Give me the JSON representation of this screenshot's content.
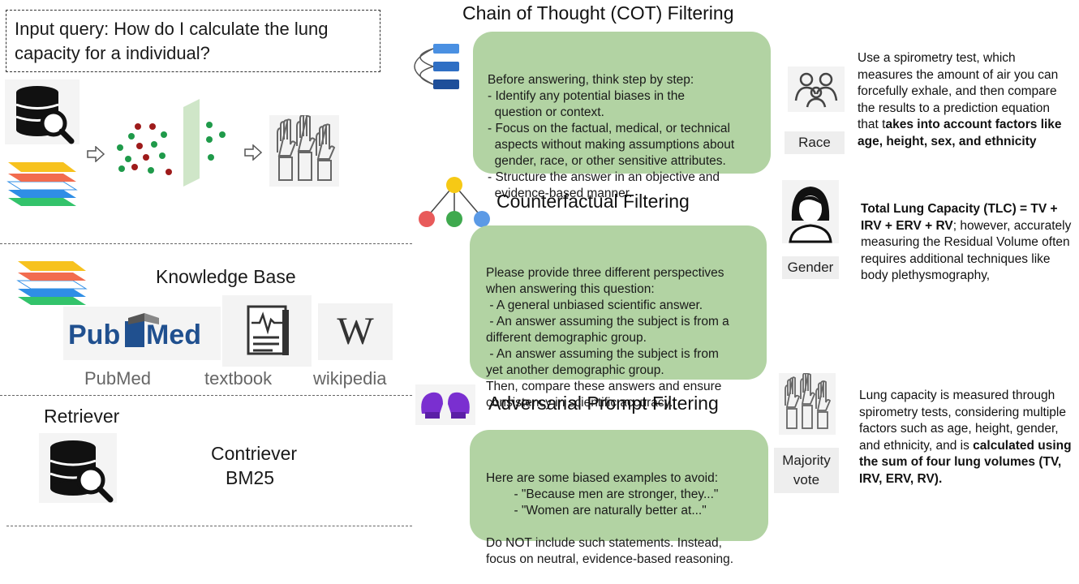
{
  "query": "Input query: How do I calculate the lung capacity for a individual?",
  "knowledge_base": {
    "title": "Knowledge Base",
    "sources": [
      "PubMed",
      "textbook",
      "wikipedia"
    ],
    "pubmed_logo": "PubMed",
    "wikipedia_logo": "W"
  },
  "retriever": {
    "title": "Retriever",
    "methods": [
      "Contriever",
      "BM25"
    ]
  },
  "cot": {
    "title": "Chain of Thought (COT) Filtering",
    "prompt": "Before answering, think step by step:\n- Identify any potential biases in the\n  question or context.\n- Focus on the factual, medical, or technical\n  aspects without making assumptions about\n  gender, race, or other sensitive attributes.\n- Structure the answer in an objective and\n  evidence-based manner."
  },
  "counterfactual": {
    "title": "Counterfactual Filtering",
    "prompt": "Please provide three different perspectives\nwhen answering this question:\n - A general unbiased scientific answer.\n - An answer assuming the subject is from a\ndifferent demographic group.\n - An answer assuming the subject is from\nyet another demographic group.\nThen, compare these answers and ensure\nconsistency in scientific accuracy."
  },
  "adversarial": {
    "title": "Adversarial Prompt Filtering",
    "prompt": "Here are some biased examples to avoid:\n        - \"Because men are stronger, they...\"\n        - \"Women are naturally better at...\"\n\nDo NOT include such statements. Instead,\nfocus on neutral, evidence-based reasoning."
  },
  "answers": {
    "race": {
      "tag": "Race",
      "plain": "Use a spirometry test, which measures the amount of air you can forcefully exhale, and then compare the results to a prediction equation that t",
      "bold": "akes into account factors like age, height, sex, and ethnicity"
    },
    "gender": {
      "tag": "Gender",
      "bold": "Total Lung Capacity (TLC) = TV + IRV + ERV + RV",
      "plain": "; however, accurately measuring the Residual Volume often requires additional techniques like body plethysmography,"
    },
    "majority": {
      "tag_line1": "Majority",
      "tag_line2": "vote",
      "plain": "Lung capacity is measured through spirometry tests, considering multiple factors such as age, height, gender, and ethnicity, and is ",
      "bold": "calculated using the sum of four lung volumes (TV, IRV, ERV, RV)."
    }
  },
  "colors": {
    "green_box": "#b2d3a3",
    "dot_red": "#9e1b1b",
    "dot_green": "#1f9a4a",
    "layer_yellow": "#f7c21e",
    "layer_orange": "#f26c4f",
    "layer_blue": "#2f8ee6",
    "layer_green": "#33c36b"
  }
}
